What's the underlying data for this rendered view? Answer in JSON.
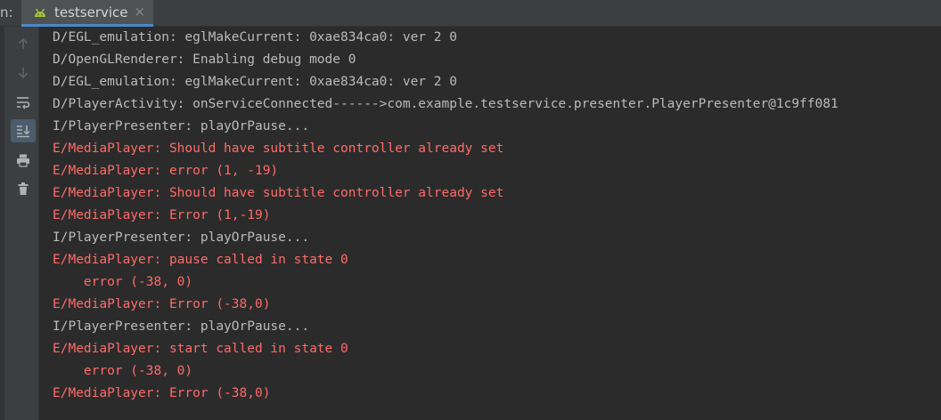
{
  "header": {
    "run_label": "n:",
    "tab": {
      "label": "testservice",
      "close": "×",
      "icon": "android-icon"
    }
  },
  "toolbar": {
    "tools": [
      {
        "name": "scroll-up-icon",
        "active": false
      },
      {
        "name": "scroll-down-icon",
        "active": false
      },
      {
        "name": "soft-wrap-icon",
        "active": false
      },
      {
        "name": "scroll-to-end-icon",
        "active": true
      },
      {
        "name": "print-icon",
        "active": false
      },
      {
        "name": "clear-all-icon",
        "active": false
      }
    ]
  },
  "console": {
    "lines": [
      {
        "level": "d",
        "text": "D/EGL_emulation: eglMakeCurrent: 0xae834ca0: ver 2 0"
      },
      {
        "level": "d",
        "text": "D/OpenGLRenderer: Enabling debug mode 0"
      },
      {
        "level": "d",
        "text": "D/EGL_emulation: eglMakeCurrent: 0xae834ca0: ver 2 0"
      },
      {
        "level": "d",
        "text": "D/PlayerActivity: onServiceConnected------>com.example.testservice.presenter.PlayerPresenter@1c9ff081"
      },
      {
        "level": "i",
        "text": "I/PlayerPresenter: playOrPause..."
      },
      {
        "level": "e",
        "text": "E/MediaPlayer: Should have subtitle controller already set"
      },
      {
        "level": "e",
        "text": "E/MediaPlayer: error (1, -19)"
      },
      {
        "level": "e",
        "text": "E/MediaPlayer: Should have subtitle controller already set"
      },
      {
        "level": "e",
        "text": "E/MediaPlayer: Error (1,-19)"
      },
      {
        "level": "i",
        "text": "I/PlayerPresenter: playOrPause..."
      },
      {
        "level": "e",
        "text": "E/MediaPlayer: pause called in state 0"
      },
      {
        "level": "e",
        "text": "    error (-38, 0)"
      },
      {
        "level": "e",
        "text": "E/MediaPlayer: Error (-38,0)"
      },
      {
        "level": "i",
        "text": "I/PlayerPresenter: playOrPause..."
      },
      {
        "level": "e",
        "text": "E/MediaPlayer: start called in state 0"
      },
      {
        "level": "e",
        "text": "    error (-38, 0)"
      },
      {
        "level": "e",
        "text": "E/MediaPlayer: Error (-38,0)"
      }
    ]
  },
  "colors": {
    "accent": "#4a88c7",
    "error": "#ff6b68",
    "default_text": "#bbbbbb",
    "android_green": "#a4c639"
  }
}
